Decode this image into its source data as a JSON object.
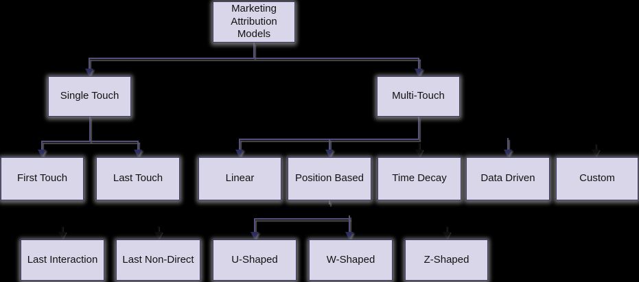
{
  "diagram": {
    "type": "flowchart-tree",
    "background_color": "#000000",
    "node_fill_color": "#d8d6e8",
    "node_border_color": "#3e3e6e",
    "connector_color": "#55517c",
    "arrowhead_color": "#2c2c5e",
    "dark_arrowhead_color": "#0d0d0d",
    "nodes": [
      {
        "id": "marketing-attribution-models",
        "label": "Marketing Attribution Models",
        "level": 1
      },
      {
        "id": "single-touch",
        "label": "Single Touch",
        "level": 2
      },
      {
        "id": "multi-touch",
        "label": "Multi-Touch",
        "level": 2
      },
      {
        "id": "first-touch",
        "label": "First Touch",
        "level": 3
      },
      {
        "id": "last-touch",
        "label": "Last Touch",
        "level": 3
      },
      {
        "id": "linear",
        "label": "Linear",
        "level": 3
      },
      {
        "id": "position-based",
        "label": "Position Based",
        "level": 3
      },
      {
        "id": "time-decay",
        "label": "Time Decay",
        "level": 3
      },
      {
        "id": "data-driven",
        "label": "Data Driven",
        "level": 3
      },
      {
        "id": "custom",
        "label": "Custom",
        "level": 3
      },
      {
        "id": "last-interaction",
        "label": "Last Interaction",
        "level": 4
      },
      {
        "id": "last-non-direct",
        "label": "Last Non-Direct",
        "level": 4
      },
      {
        "id": "u-shaped",
        "label": "U-Shaped",
        "level": 4
      },
      {
        "id": "w-shaped",
        "label": "W-Shaped",
        "level": 4
      },
      {
        "id": "z-shaped",
        "label": "Z-Shaped",
        "level": 4
      }
    ],
    "edges": [
      {
        "from": "Marketing Attribution Models",
        "to": "Single Touch"
      },
      {
        "from": "Marketing Attribution Models",
        "to": "Multi-Touch"
      },
      {
        "from": "Single Touch",
        "to": "First Touch"
      },
      {
        "from": "Single Touch",
        "to": "Last Touch"
      },
      {
        "from": "Multi-Touch",
        "to": "Linear"
      },
      {
        "from": "Multi-Touch",
        "to": "Position Based"
      },
      {
        "from": "Multi-Touch",
        "to": "Time Decay"
      },
      {
        "from": "Multi-Touch",
        "to": "Data Driven"
      },
      {
        "from": "Multi-Touch",
        "to": "Custom"
      },
      {
        "from": "First Touch",
        "to": "Last Interaction"
      },
      {
        "from": "Last Touch",
        "to": "Last Non-Direct"
      },
      {
        "from": "Position Based",
        "to": "U-Shaped"
      },
      {
        "from": "Position Based",
        "to": "W-Shaped"
      },
      {
        "from": "Position Based",
        "to": "Z-Shaped"
      }
    ]
  }
}
